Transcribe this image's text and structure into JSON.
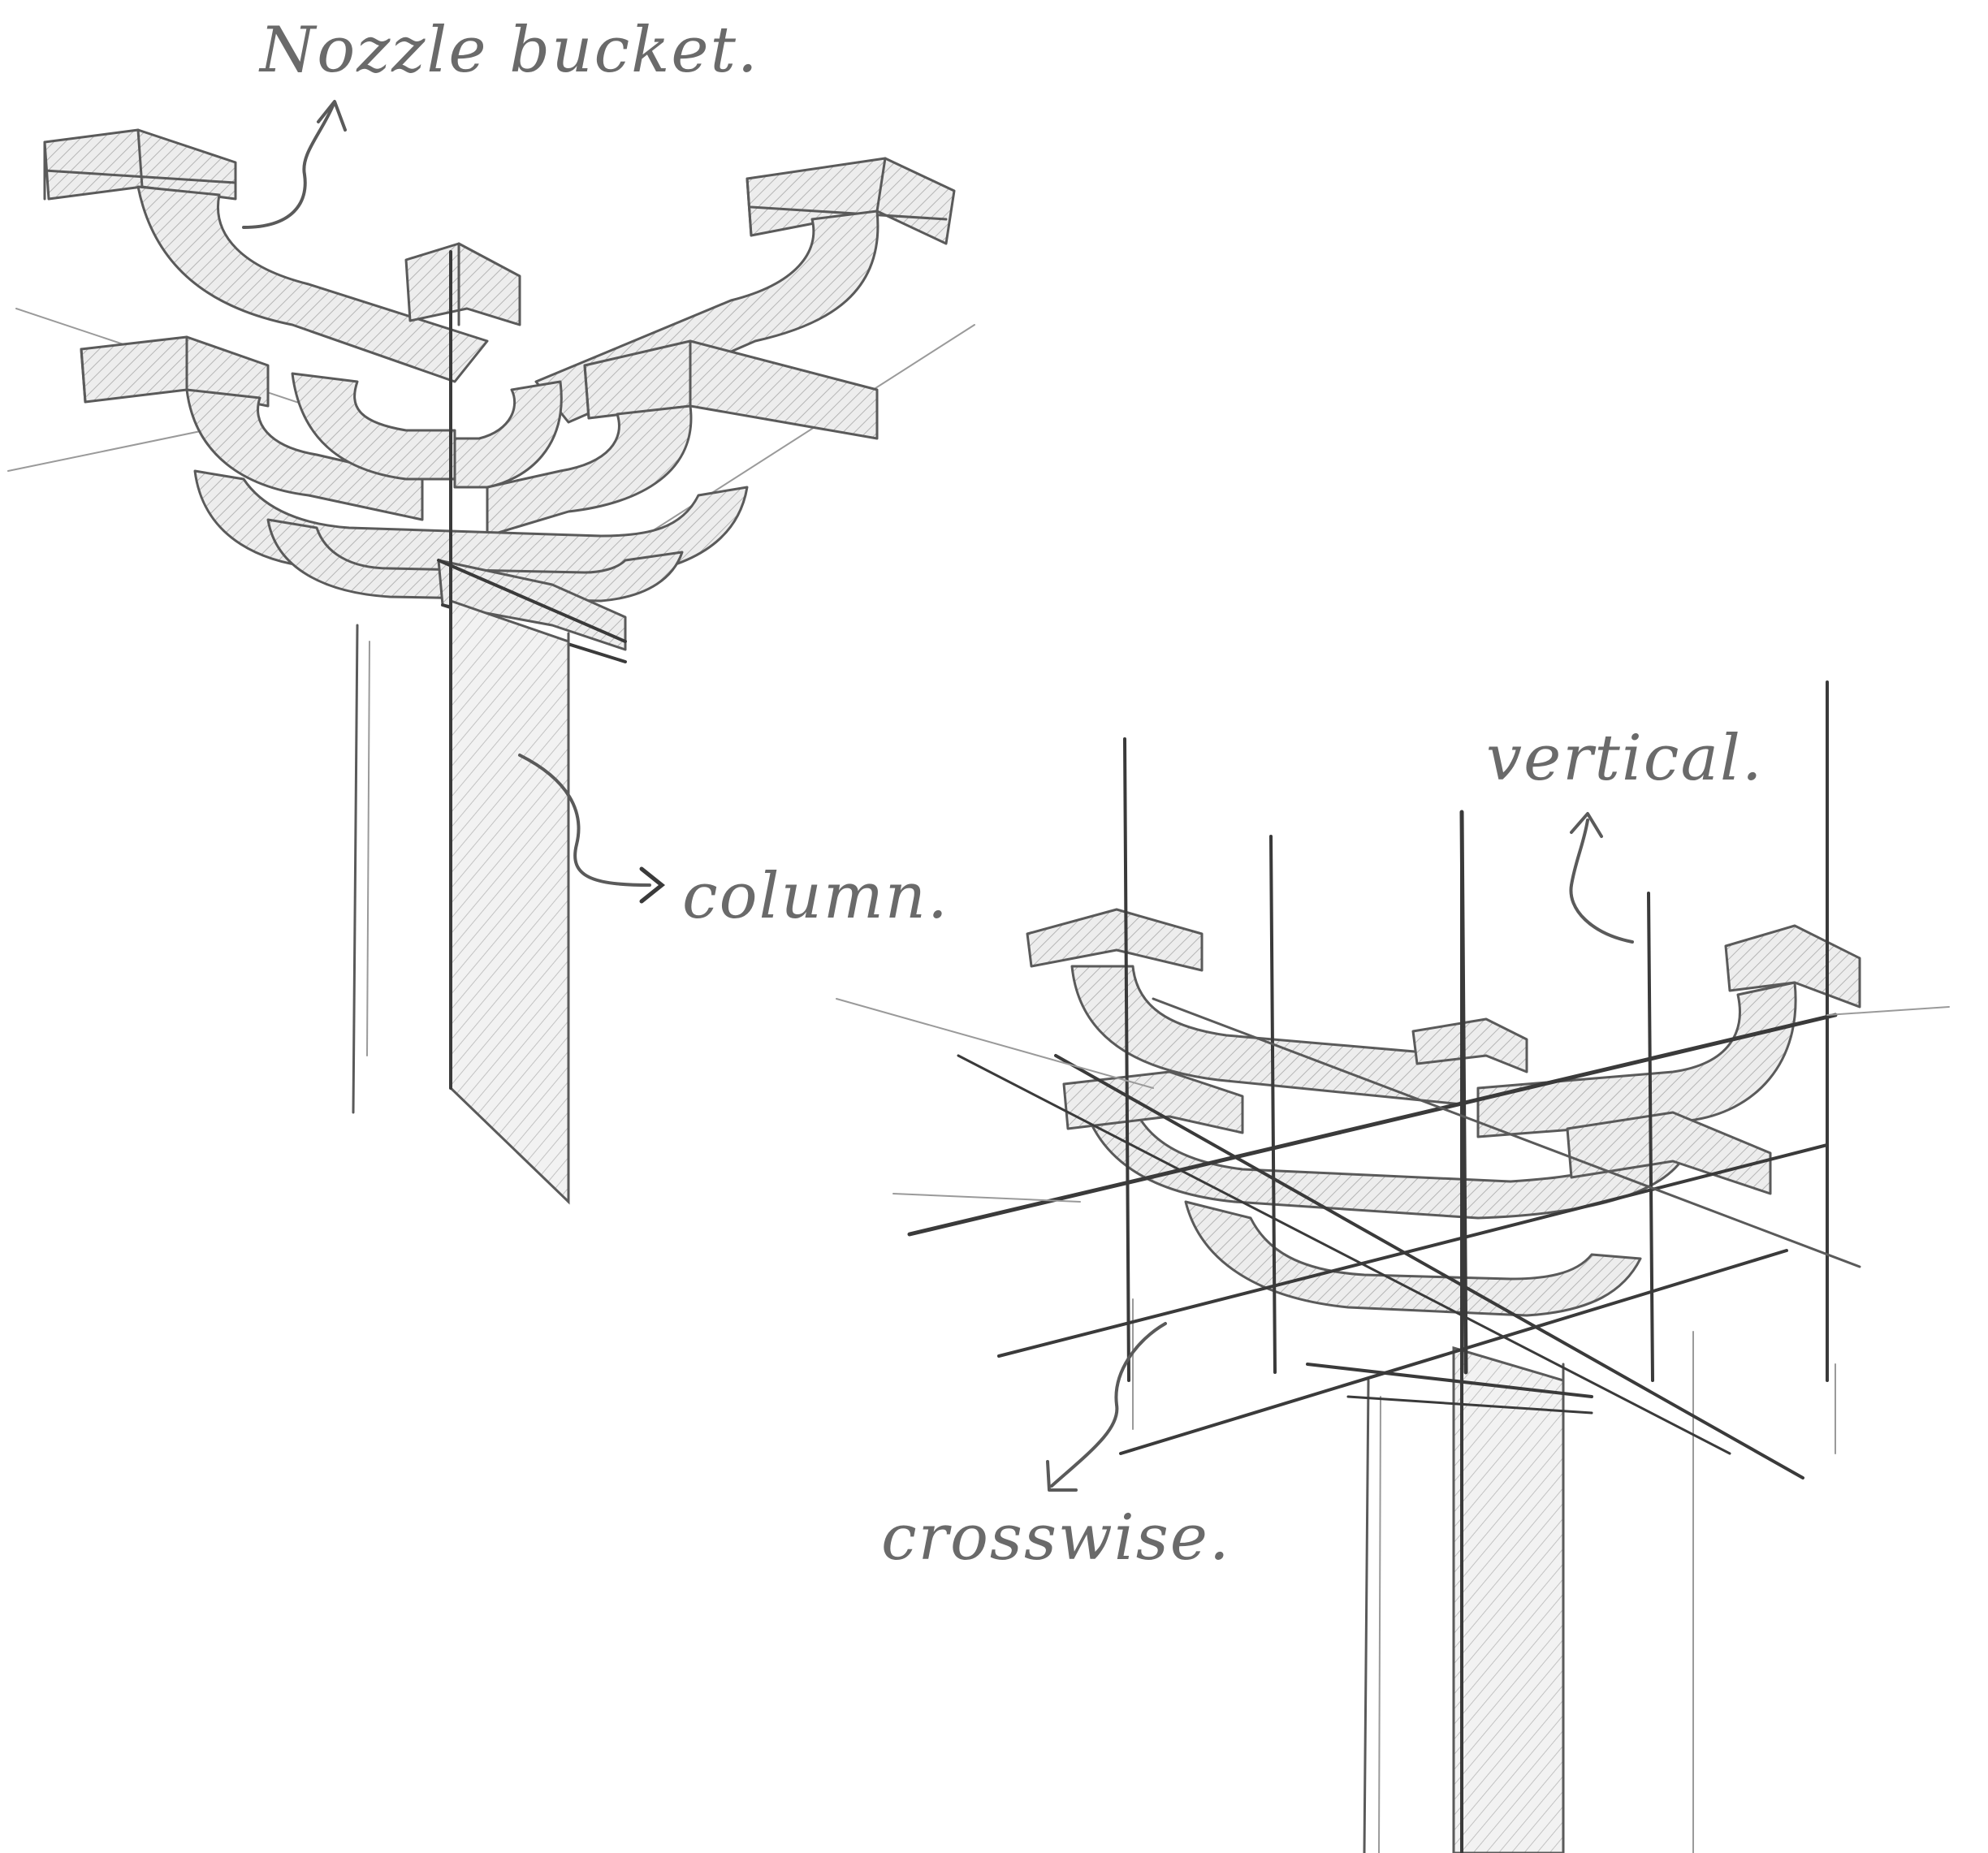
{
  "labels": {
    "nozzle_bucket": "Nozzle bucket.",
    "column": "column.",
    "vertical": "vertical.",
    "crosswise": "crosswise."
  },
  "colors": {
    "graphite": "#5a5a5a",
    "graphite_light": "#9a9a9a",
    "paper": "#ffffff"
  }
}
